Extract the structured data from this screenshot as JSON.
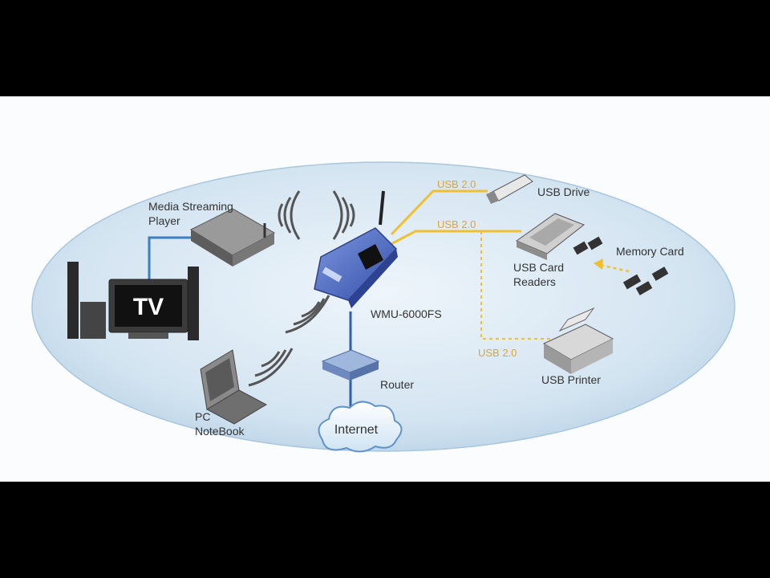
{
  "labels": {
    "media_player": [
      "Media Streaming",
      "Player"
    ],
    "tv": "TV",
    "pc": [
      "PC",
      "NoteBook"
    ],
    "device": "WMU-6000FS",
    "router": "Router",
    "internet": "Internet",
    "usb_drive": "USB Drive",
    "usb_card_readers": [
      "USB Card",
      "Readers"
    ],
    "memory_card": "Memory Card",
    "usb_printer": "USB Printer",
    "usb_links": [
      "USB 2.0",
      "USB 2.0",
      "USB 2.0"
    ]
  },
  "colors": {
    "ellipse": "#c9dcec",
    "usb_line": "#f0c030",
    "lan_line": "#3a7fc4",
    "device_blue": "#4b6bc6"
  }
}
